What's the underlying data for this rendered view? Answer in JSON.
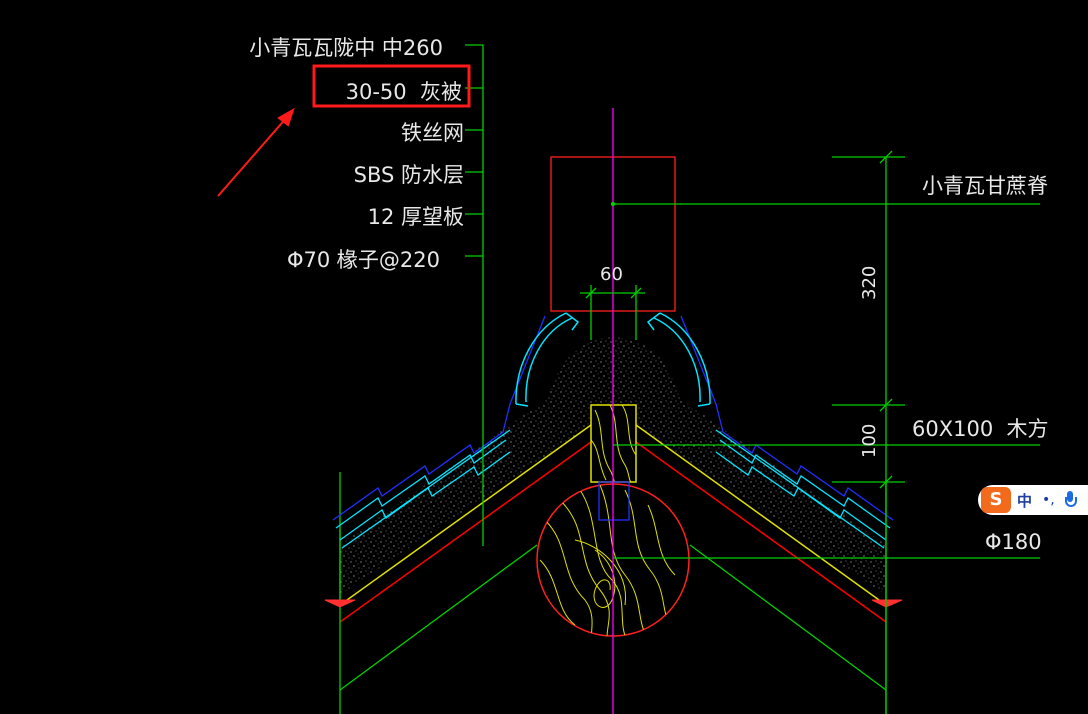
{
  "labels": {
    "tile_ridge": "小青瓦瓦陇中 中260",
    "ash_layer": "30-50  灰被",
    "wire_mesh": "铁丝网",
    "sbs": "SBS 防水层",
    "board": "12 厚望板",
    "rafter": "Φ70 椽子@220"
  },
  "callouts": {
    "ridge_name": "小青瓦甘蔗脊",
    "timber": "60X100  木方",
    "purlin_dia": "Φ180"
  },
  "dimensions": {
    "width_60": "60",
    "height_320": "320",
    "height_100": "100"
  },
  "ime": {
    "logo": "S",
    "mode": "中",
    "punct": "•,"
  },
  "colors": {
    "background": "#000000",
    "leader_green": "#00ff00",
    "outline_red": "#ff0000",
    "tile_cyan": "#00e5ff",
    "tile_blue": "#2030ff",
    "center_magenta": "#ff00ff",
    "wood_yellow": "#e0e000",
    "highlight_red": "#ff1a1a"
  },
  "icons": [
    "sogou-ime-logo",
    "microphone-icon",
    "red-arrow"
  ]
}
